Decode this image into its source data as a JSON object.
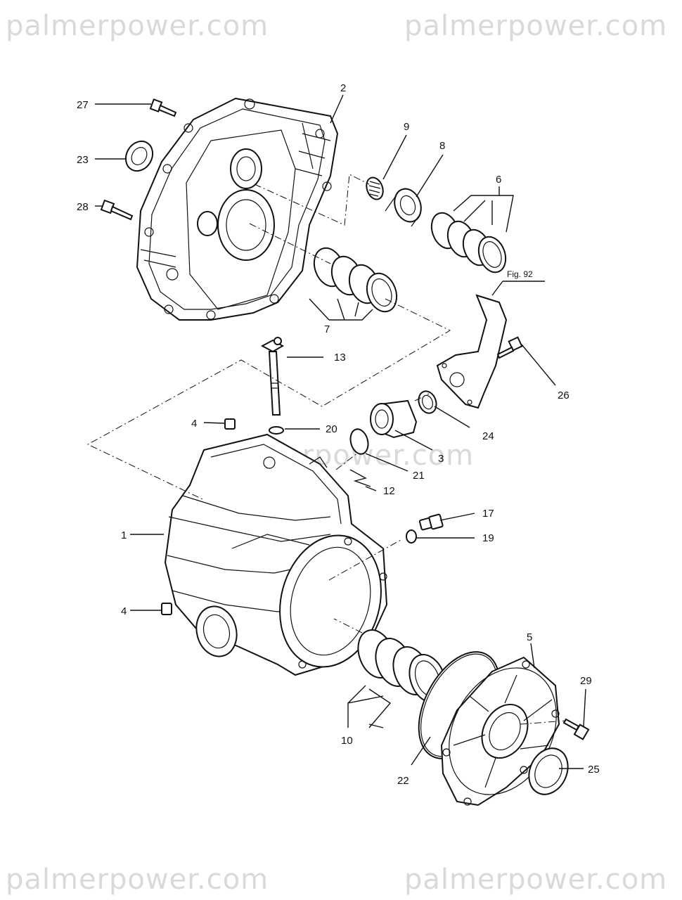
{
  "watermarks": [
    "palmerpower.com",
    "palmerpower.com",
    "palmerpower.com",
    "palmerpower.com",
    "palmerpower.com"
  ],
  "figure_ref": "Fig. 92",
  "labels": {
    "p1": "1",
    "p2": "2",
    "p3": "3",
    "p4a": "4",
    "p4b": "4",
    "p5": "5",
    "p6": "6",
    "p7": "7",
    "p8": "8",
    "p9": "9",
    "p10": "10",
    "p12": "12",
    "p13": "13",
    "p17": "17",
    "p19": "19",
    "p20": "20",
    "p21": "21",
    "p22": "22",
    "p23": "23",
    "p24": "24",
    "p25": "25",
    "p26": "26",
    "p27": "27",
    "p28": "28",
    "p29": "29"
  },
  "colors": {
    "line": "#111111",
    "watermark": "#d9d9d9",
    "background": "#ffffff"
  }
}
